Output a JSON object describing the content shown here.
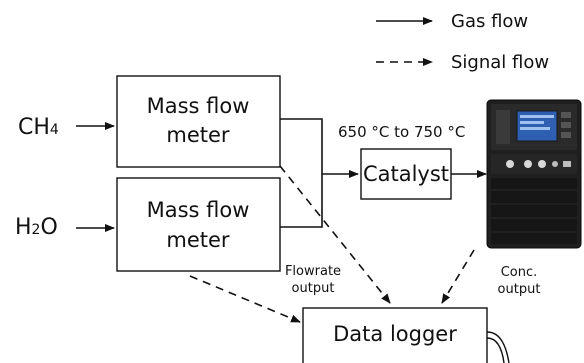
{
  "legend": {
    "gas_flow": "Gas flow",
    "signal_flow": "Signal flow"
  },
  "inputs": {
    "ch4": {
      "base": "CH",
      "sub": "4"
    },
    "h2o": {
      "base": "H",
      "sub": "2",
      "tail": "O"
    }
  },
  "mfm_top": {
    "line1": "Mass flow",
    "line2": "meter"
  },
  "mfm_bottom": {
    "line1": "Mass flow",
    "line2": "meter"
  },
  "temperature": "650 °C to 750 °C",
  "catalyst": "Catalyst",
  "flowrate_output": {
    "line1": "Flowrate",
    "line2": "output"
  },
  "conc_output": {
    "line1": "Conc.",
    "line2": "output"
  },
  "data_logger": "Data logger",
  "colors": {
    "line": "#111111",
    "device_body": "#1e1e1e",
    "screen": "#2f5fb0"
  }
}
